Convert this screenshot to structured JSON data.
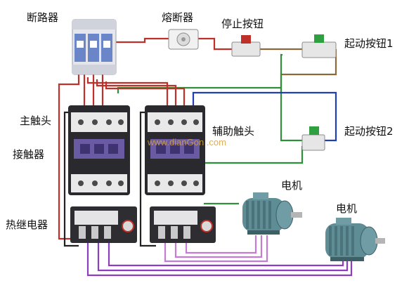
{
  "labels": {
    "breaker": "断路器",
    "fuse": "熔断器",
    "stop_button": "停止按钮",
    "start_button_1": "起动按钮1",
    "start_button_2": "起动按钮2",
    "main_contact": "主触头",
    "contactor": "接触器",
    "aux_contact": "辅助触头",
    "thermal_relay": "热继电器",
    "motor_1": "电机",
    "motor_2": "电机"
  },
  "watermark": "www.dianGon .com",
  "wire_colors": {
    "red": "#c0302a",
    "green": "#2f8f3a",
    "blue": "#1f3fb3",
    "brown": "#8a6a3a",
    "purple": "#8b3fc0",
    "black": "#222222"
  }
}
